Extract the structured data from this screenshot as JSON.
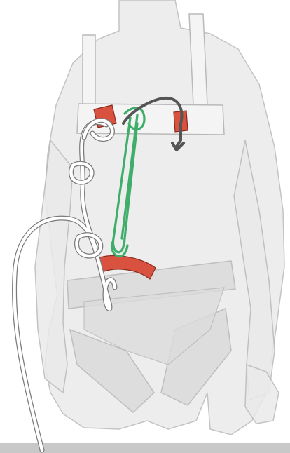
{
  "colors": {
    "background": "#ffffff",
    "body": "#eaeaea",
    "body_outline": "#b9b9b9",
    "chest_harness": "#f4f4f4",
    "seat_harness": "#dcdcdc",
    "rope": "#ffffff",
    "rope_outline": "#7a7a7a",
    "sling": "#3fae6a",
    "tie_points": "#d9523f",
    "carabiner": "#555555",
    "ground_line": "#c8c8c8"
  },
  "icons": {
    "figure": "person-silhouette",
    "sling": "green-sling",
    "rope": "climbing-rope",
    "carabiner": "carabiner-hook"
  }
}
